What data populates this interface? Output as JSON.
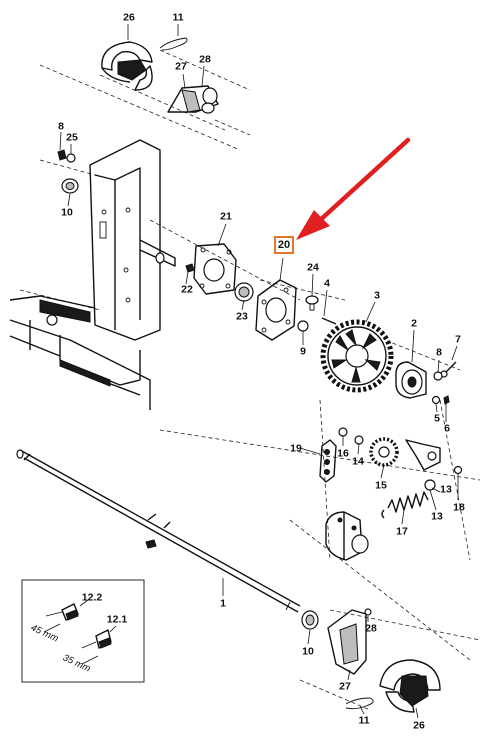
{
  "labels": {
    "p26_top": "26",
    "p11_top": "11",
    "p27_top": "27",
    "p28_top": "28",
    "p8_left": "8",
    "p25": "25",
    "p10": "10",
    "p21": "21",
    "p22": "22",
    "p23": "23",
    "p20": "20",
    "p24": "24",
    "p4": "4",
    "p9": "9",
    "p3": "3",
    "p2": "2",
    "p7": "7",
    "p8_right": "8",
    "p5": "5",
    "p6": "6",
    "p19": "19",
    "p16": "16",
    "p14": "14",
    "p15": "15",
    "p13_upper": "13",
    "p13": "13",
    "p18": "18",
    "p17": "17",
    "p1": "1",
    "p28_bottom": "28",
    "p27_bottom": "27",
    "p10_bottom": "10",
    "p11_bottom": "11",
    "p26_bottom": "26",
    "inset_12_2": "12.2",
    "inset_12_1": "12.1"
  },
  "dimensions": {
    "d45": "45 mm",
    "d35": "35 mm"
  },
  "highlight": {
    "part": "20",
    "arrow_color": "#e02020",
    "box_color": "#e8762a"
  }
}
